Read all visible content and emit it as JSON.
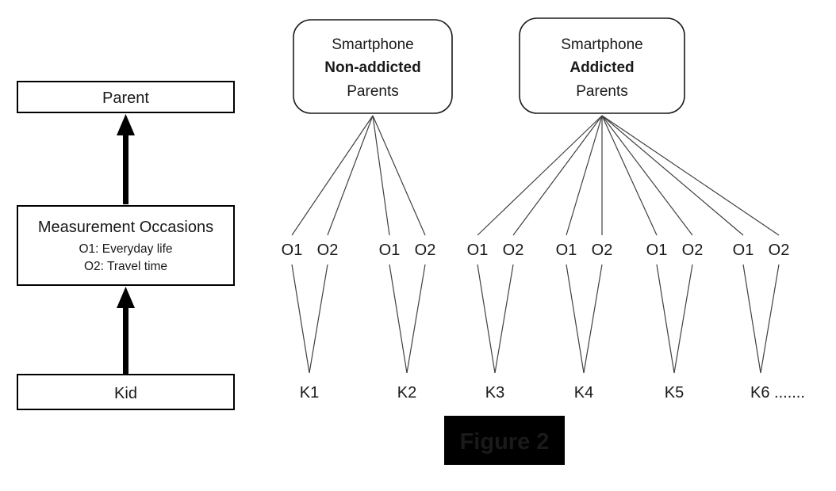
{
  "left_panel": {
    "parent_label": "Parent",
    "measurement": {
      "title": "Measurement Occasions",
      "o1_desc": "O1: Everyday life",
      "o2_desc": "O2: Travel time"
    },
    "kid_label": "Kid"
  },
  "groups": [
    {
      "line1": "Smartphone",
      "line2": "Non-addicted",
      "line3": "Parents"
    },
    {
      "line1": "Smartphone",
      "line2": "Addicted",
      "line3": "Parents"
    }
  ],
  "occasions": [
    "O1",
    "O2",
    "O1",
    "O2",
    "O1",
    "O2",
    "O1",
    "O2",
    "O1",
    "O2",
    "O1",
    "O2"
  ],
  "kids": [
    "K1",
    "K2",
    "K3",
    "K4",
    "K5",
    "K6 ......."
  ],
  "caption": {
    "label": "Figure 2",
    "bg": "#000000",
    "fg": "#ffffff"
  }
}
